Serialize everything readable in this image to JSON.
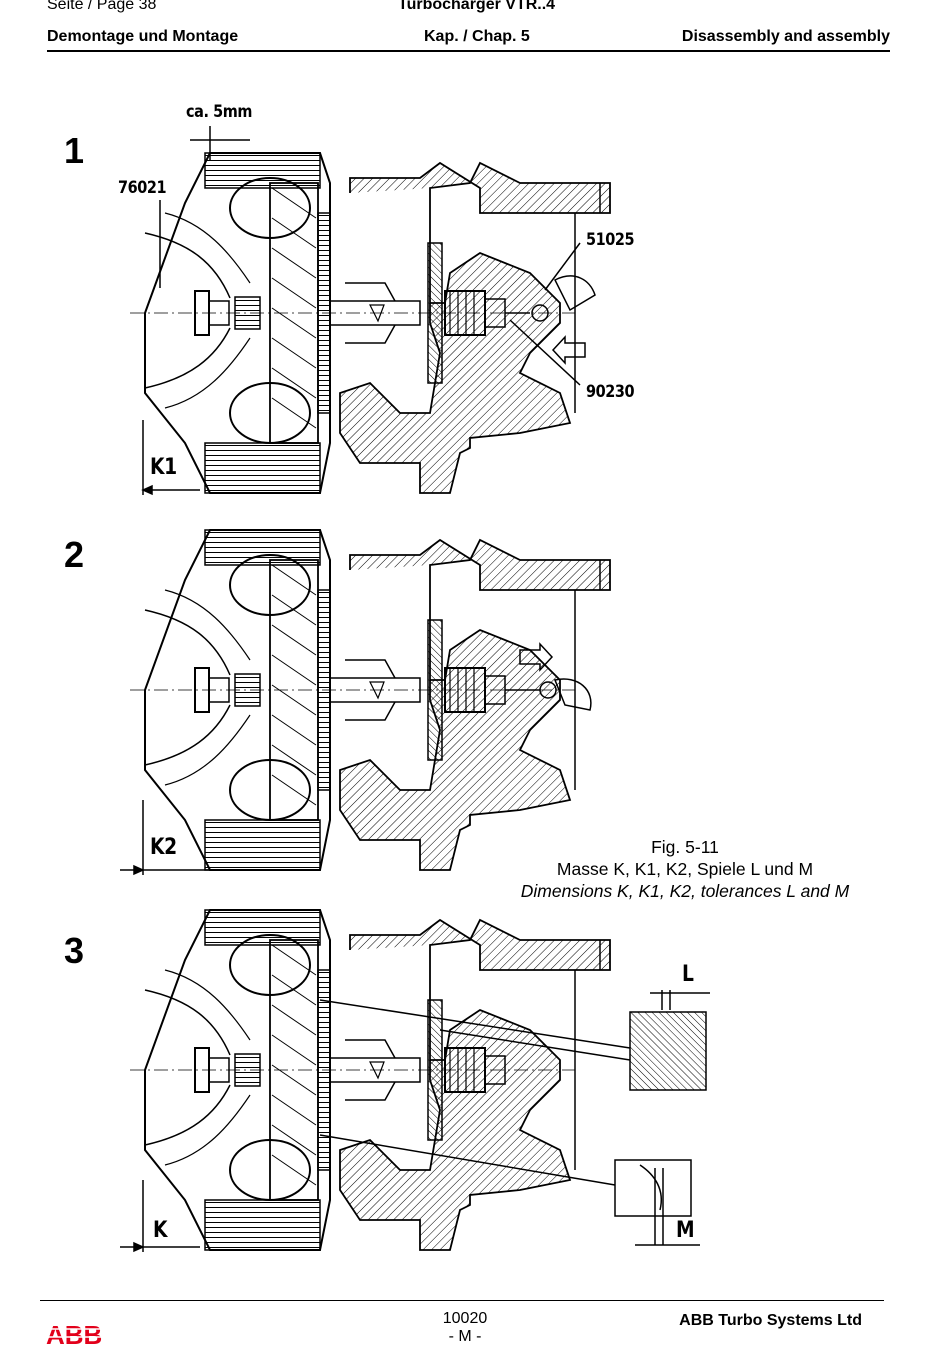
{
  "header": {
    "page": "Seite / Page  38",
    "product": "Turbocharger VTR..4",
    "section_de": "Demontage und Montage",
    "chapter": "Kap. / Chap. 5",
    "section_en": "Disassembly and assembly"
  },
  "figure": {
    "steps": [
      "1",
      "2",
      "3"
    ],
    "callouts": {
      "gap": "ca. 5mm",
      "part_a": "76021",
      "part_b": "51025",
      "part_c": "90230",
      "dim_k1": "K1",
      "dim_k2": "K2",
      "dim_k": "K",
      "dim_l": "L",
      "dim_m": "M"
    },
    "caption": {
      "number": "Fig. 5-11",
      "title_de": "Masse K, K1, K2, Spiele L und M",
      "title_en": "Dimensions K, K1, K2, tolerances L and M"
    }
  },
  "footer": {
    "logo": "ABB",
    "doc_number": "10020",
    "revision": "- M -",
    "company": "ABB Turbo Systems Ltd"
  }
}
